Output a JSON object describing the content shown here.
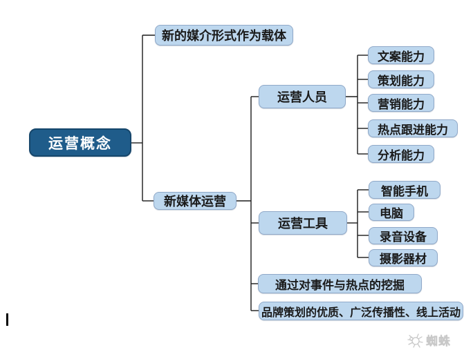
{
  "mindmap": {
    "root": {
      "label": "运营概念"
    },
    "children": [
      {
        "label": "新的媒介形式作为载体"
      },
      {
        "label": "新媒体运营",
        "children": [
          {
            "label": "运营人员",
            "children": [
              {
                "label": "文案能力"
              },
              {
                "label": "策划能力"
              },
              {
                "label": "营销能力"
              },
              {
                "label": "热点跟进能力"
              },
              {
                "label": "分析能力"
              }
            ]
          },
          {
            "label": "运营工具",
            "children": [
              {
                "label": "智能手机"
              },
              {
                "label": "电脑"
              },
              {
                "label": "录音设备"
              },
              {
                "label": "摄影器材"
              }
            ]
          },
          {
            "label": "通过对事件与热点的挖掘"
          },
          {
            "label": "品牌策划的优质、广泛传播性、线上活动"
          }
        ]
      }
    ]
  },
  "watermark": {
    "text": "蜘蛛",
    "icon": "spider-icon"
  },
  "colors": {
    "root_fill": "#1F5C8A",
    "root_border": "#16466B",
    "root_text": "#FFFFFF",
    "node_fill": "#BDD7EE",
    "node_border": "#8FA8C8",
    "node_text": "#1A1A1A",
    "line": "#1A1A1A",
    "watermark": "#C8C8C8"
  }
}
